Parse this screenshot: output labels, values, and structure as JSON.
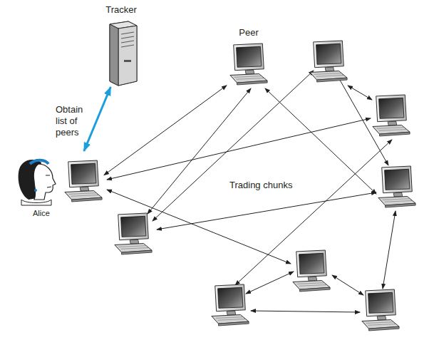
{
  "diagram": {
    "nodes": [
      {
        "text": [
          "Tracker"
        ]
      },
      {
        "text": [
          "Peer"
        ]
      },
      {
        "text": [
          "Alice"
        ]
      }
    ],
    "edges": [
      {
        "from": 2,
        "to": 0,
        "label": "Obtain list of peers",
        "arrow": "both"
      },
      {
        "from": 2,
        "to": 1,
        "arrow": "both"
      }
    ],
    "labels": [
      "Trading chunks"
    ]
  }
}
